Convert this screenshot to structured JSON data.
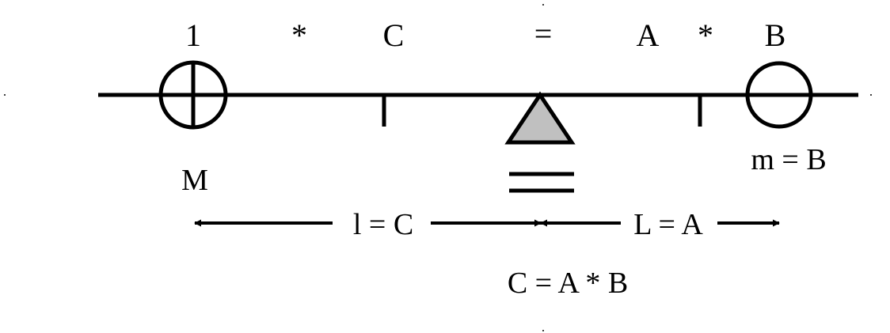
{
  "top_row": {
    "one": "1",
    "star_left": "*",
    "c": "C",
    "equals": "=",
    "a": "A",
    "star_right": "*",
    "b": "B"
  },
  "labels": {
    "mass_left": "M",
    "mass_right": "m = B",
    "arm_left": "l = C",
    "arm_right": "L = A",
    "result": "C = A * B"
  },
  "colors": {
    "line": "#000000",
    "fulcrum_fill": "#c0c0c0",
    "background": "#ffffff"
  }
}
